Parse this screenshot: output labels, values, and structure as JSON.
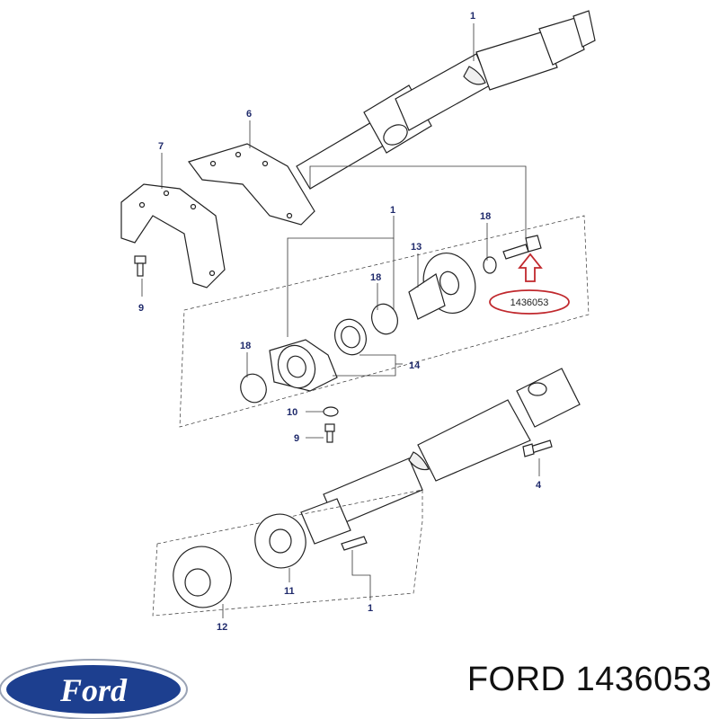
{
  "callouts": {
    "c1_top": "1",
    "c6": "6",
    "c7": "7",
    "c1_mid": "1",
    "c18_a": "18",
    "c13": "13",
    "c18_b": "18",
    "c18_c": "18",
    "c14": "14",
    "c9_a": "9",
    "c10": "10",
    "c9_b": "9",
    "c4": "4",
    "c11": "11",
    "c12": "12",
    "c1_bot": "1"
  },
  "highlight": {
    "part_number": "1436053",
    "color": "#c0282d"
  },
  "caption": {
    "brand": "FORD",
    "part_number": "1436053"
  },
  "logo": {
    "text": "Ford",
    "color": "#1d3f8f"
  }
}
